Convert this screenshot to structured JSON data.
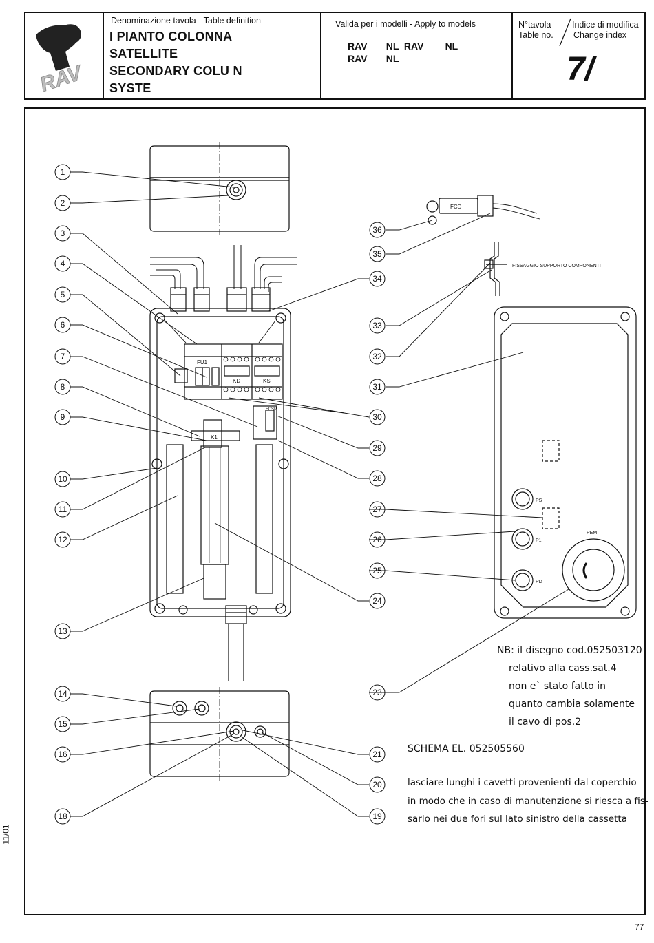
{
  "title_block": {
    "definition_label": "Denominazione tavola - Table definition",
    "title_lines": [
      "I   PIANTO COLONNA",
      "SATELLITE",
      "SECONDARY COLU   N",
      "SYSTE"
    ],
    "models_label": "Valida per i modelli - Apply to models",
    "models_line1": "RAV       NL  RAV        NL",
    "models_line2": "RAV       NL",
    "table_no_label1": "N°tavola",
    "table_no_label2": "Table no.",
    "change_index_label1": "Indice di modifica",
    "change_index_label2": "Change index",
    "table_number": "7/",
    "logo_text": "RAV"
  },
  "callouts": [
    "1",
    "2",
    "3",
    "4",
    "5",
    "6",
    "7",
    "8",
    "9",
    "10",
    "11",
    "12",
    "13",
    "14",
    "15",
    "16",
    "18",
    "19",
    "20",
    "21",
    "23",
    "24",
    "25",
    "26",
    "27",
    "28",
    "29",
    "30",
    "31",
    "32",
    "33",
    "34",
    "35",
    "36"
  ],
  "component_labels": {
    "fu1": "FU1",
    "kd": "KD",
    "ks": "KS",
    "k1": "K1",
    "fcsp": "FCSP",
    "fcd": "FCD",
    "fissaggio": "FISSAGGIO SUPPORTO COMPONENTI",
    "ps": "PS",
    "p1": "P1",
    "pd": "PD",
    "pem": "PEM"
  },
  "notes": {
    "nb_lines": [
      "NB: il disegno cod.052503120",
      "relativo alla cass.sat.4",
      "non e` stato fatto in",
      "quanto cambia solamente",
      "il cavo di pos.2"
    ],
    "schema": "SCHEMA EL. 052505560",
    "instruction_lines": [
      "lasciare lunghi i cavetti provenienti dal coperchio",
      "in modo che in caso di manutenzione si riesca a fis-",
      "sarlo nei due fori sul lato sinistro della cassetta"
    ]
  },
  "side_date": "11/01",
  "page_number": "77"
}
